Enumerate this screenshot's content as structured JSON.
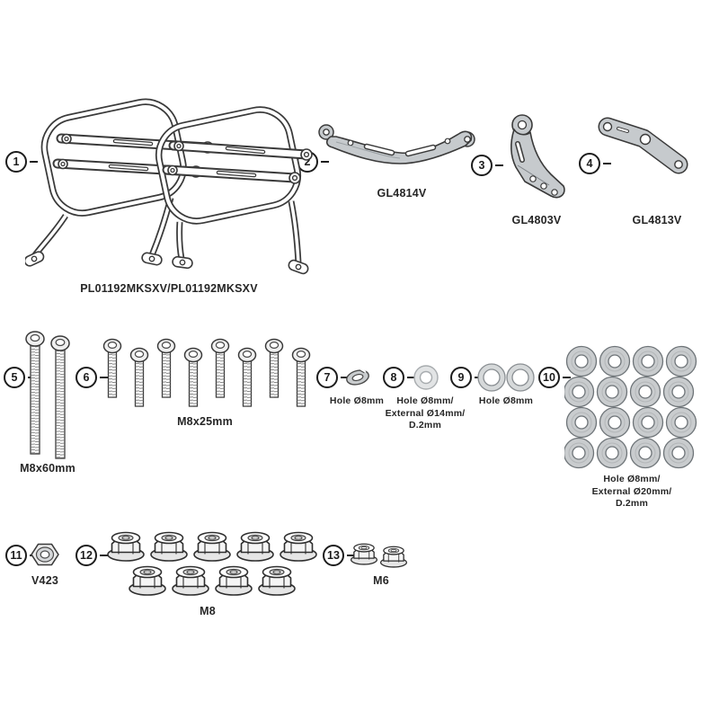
{
  "diagram": {
    "kind": "hardware-kit-parts-diagram",
    "background": "#ffffff",
    "line_color": "#3a3a3a",
    "metal_color": "#c6cacd"
  },
  "parts": [
    {
      "num": "1",
      "label": "PL01192MKSXV/PL01192MKSXV",
      "drawing": "side-case-frames"
    },
    {
      "num": "2",
      "label": "GL4814V",
      "drawing": "cross-bracket"
    },
    {
      "num": "3",
      "label": "GL4803V",
      "drawing": "angled-bracket"
    },
    {
      "num": "4",
      "label": "GL4813V",
      "drawing": "arm-bracket"
    },
    {
      "num": "5",
      "label": "M8x60mm",
      "drawing": "long-bolts-x2"
    },
    {
      "num": "6",
      "label": "M8x25mm",
      "drawing": "bolts-x8"
    },
    {
      "num": "7",
      "label": "Hole Ø8mm",
      "drawing": "spring-washer"
    },
    {
      "num": "8",
      "label": "Hole Ø8mm/",
      "label2": "External Ø14mm/",
      "label3": "D.2mm",
      "drawing": "flat-washer"
    },
    {
      "num": "9",
      "label": "Hole Ø8mm",
      "drawing": "flat-washers-x2"
    },
    {
      "num": "10",
      "label": "Hole Ø8mm/",
      "label2": "External Ø20mm/",
      "label3": "D.2mm",
      "drawing": "large-washers-x16"
    },
    {
      "num": "11",
      "label": "V423",
      "drawing": "special-nut"
    },
    {
      "num": "12",
      "label": "M8",
      "drawing": "flange-nuts-x9"
    },
    {
      "num": "13",
      "label": "M6",
      "drawing": "flange-nuts-x2"
    }
  ]
}
